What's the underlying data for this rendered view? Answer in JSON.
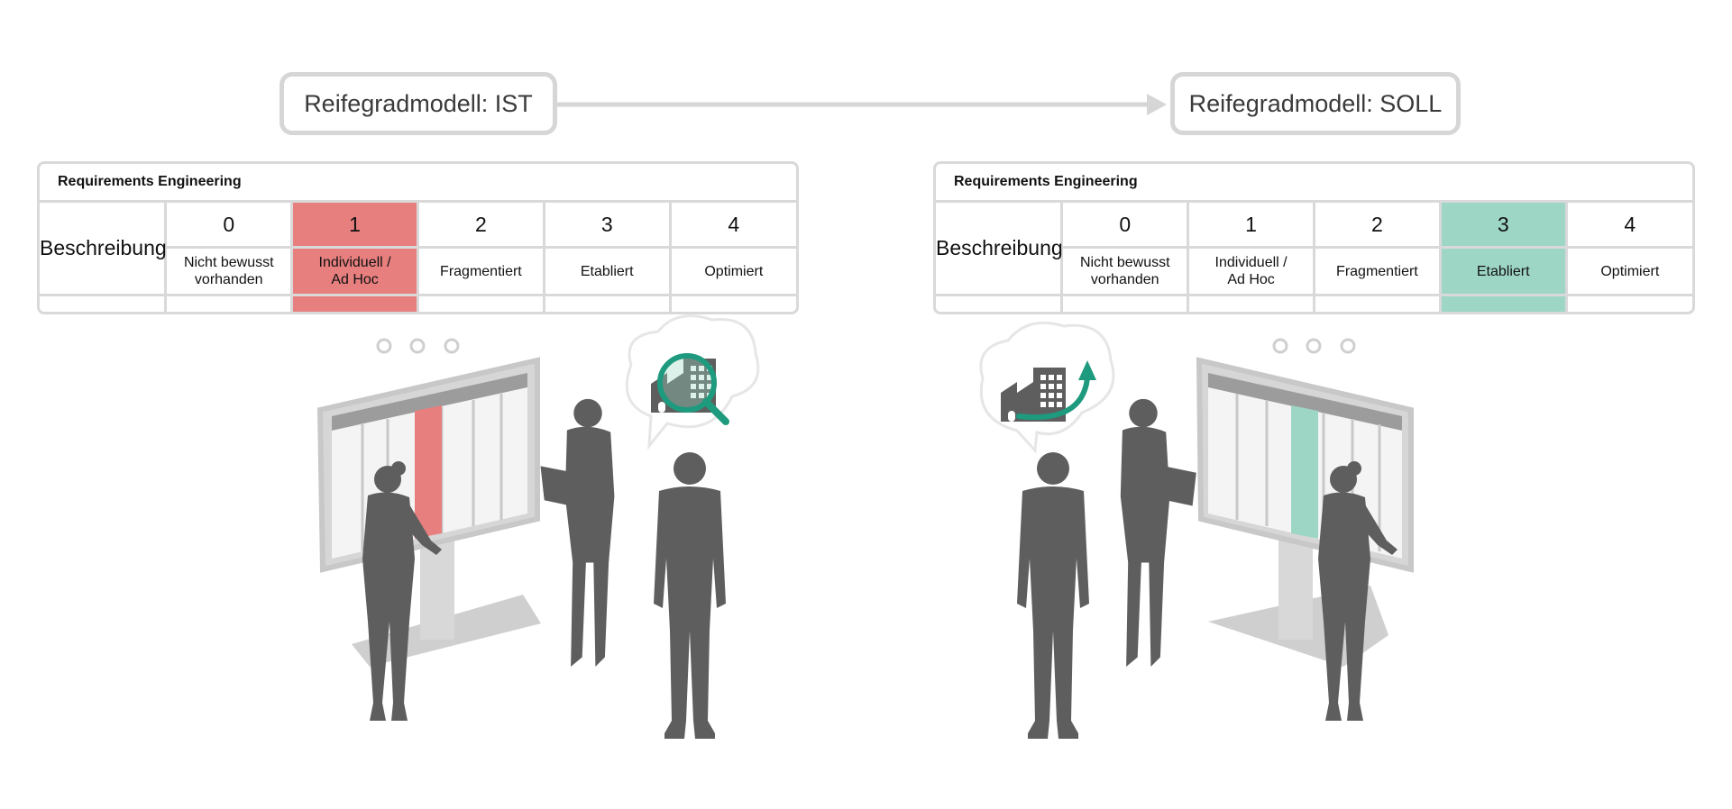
{
  "flow": {
    "from_label": "Reifegradmodell: IST",
    "to_label": "Reifegradmodell: SOLL"
  },
  "matrices": [
    {
      "id": "ist",
      "title": "Requirements Engineering",
      "row_label": "Beschreibung",
      "levels": [
        {
          "number": "0",
          "name_line1": "Nicht bewusst",
          "name_line2": "vorhanden"
        },
        {
          "number": "1",
          "name_line1": "Individuell /",
          "name_line2": "Ad Hoc"
        },
        {
          "number": "2",
          "name_line1": "Fragmentiert",
          "name_line2": ""
        },
        {
          "number": "3",
          "name_line1": "Etabliert",
          "name_line2": ""
        },
        {
          "number": "4",
          "name_line1": "Optimiert",
          "name_line2": ""
        }
      ],
      "highlighted_level": 1,
      "highlight_color": "#e77f7f"
    },
    {
      "id": "soll",
      "title": "Requirements Engineering",
      "row_label": "Beschreibung",
      "levels": [
        {
          "number": "0",
          "name_line1": "Nicht bewusst",
          "name_line2": "vorhanden"
        },
        {
          "number": "1",
          "name_line1": "Individuell /",
          "name_line2": "Ad Hoc"
        },
        {
          "number": "2",
          "name_line1": "Fragmentiert",
          "name_line2": ""
        },
        {
          "number": "3",
          "name_line1": "Etabliert",
          "name_line2": ""
        },
        {
          "number": "4",
          "name_line1": "Optimiert",
          "name_line2": ""
        }
      ],
      "highlighted_level": 3,
      "highlight_color": "#9ed6c6"
    }
  ],
  "colors": {
    "accent_teal": "#1e9a7e",
    "silhouette": "#5e5e5e",
    "border": "#d6d6d6"
  },
  "icons": [
    "factory-search-icon",
    "factory-growth-icon",
    "thought-dots-icon"
  ]
}
